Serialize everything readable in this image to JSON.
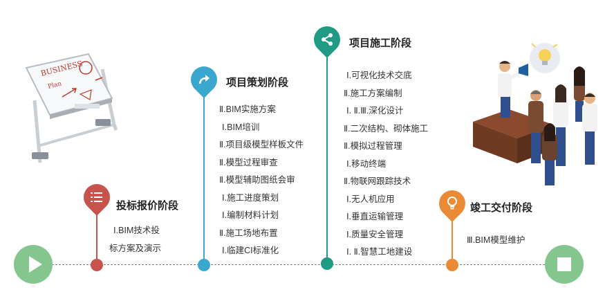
{
  "colors": {
    "bid": "#c8534c",
    "planning": "#3aa7cf",
    "construction": "#1f9a84",
    "handover": "#ea8a35",
    "endpoints": "#84c68e"
  },
  "endpoints": {
    "start_icon": "play-icon",
    "end_icon": "stop-icon"
  },
  "decor": {
    "board_text_1": "BUSINESS",
    "board_text_2": "Plan"
  },
  "stages": {
    "bid": {
      "title": "投标报价阶段",
      "icon": "list-icon",
      "items": [
        "Ⅰ.BIM技术投",
        "标方案及演示"
      ]
    },
    "planning": {
      "title": "项目策划阶段",
      "icon": "share-arrow-icon",
      "items": [
        "Ⅱ.BIM实施方案",
        "Ⅰ.BIM培训",
        "Ⅱ.项目级模型样板文件",
        "Ⅱ.模型过程审查",
        "Ⅱ.模型辅助图纸会审",
        "Ⅰ.施工进度策划",
        "Ⅰ.编制材料计划",
        "Ⅱ.施工场地布置",
        "Ⅰ.临建CI标准化"
      ]
    },
    "construction": {
      "title": "项目施工阶段",
      "icon": "share-nodes-icon",
      "items": [
        "Ⅰ.可视化技术交底",
        "Ⅱ.施工方案编制",
        "Ⅰ. Ⅱ.Ⅲ.深化设计",
        "Ⅱ.二次结构、砌体施工",
        "Ⅱ.模拟过程管理",
        "Ⅰ.移动终端",
        "Ⅱ.物联网跟踪技术",
        "Ⅰ.无人机应用",
        "Ⅰ.垂直运输管理",
        "Ⅰ.质量安全管理",
        "Ⅰ. Ⅱ.智慧工地建设"
      ]
    },
    "handover": {
      "title": "竣工交付阶段",
      "icon": "lightbulb-icon",
      "items": [
        "Ⅲ.BIM模型维护"
      ]
    }
  }
}
